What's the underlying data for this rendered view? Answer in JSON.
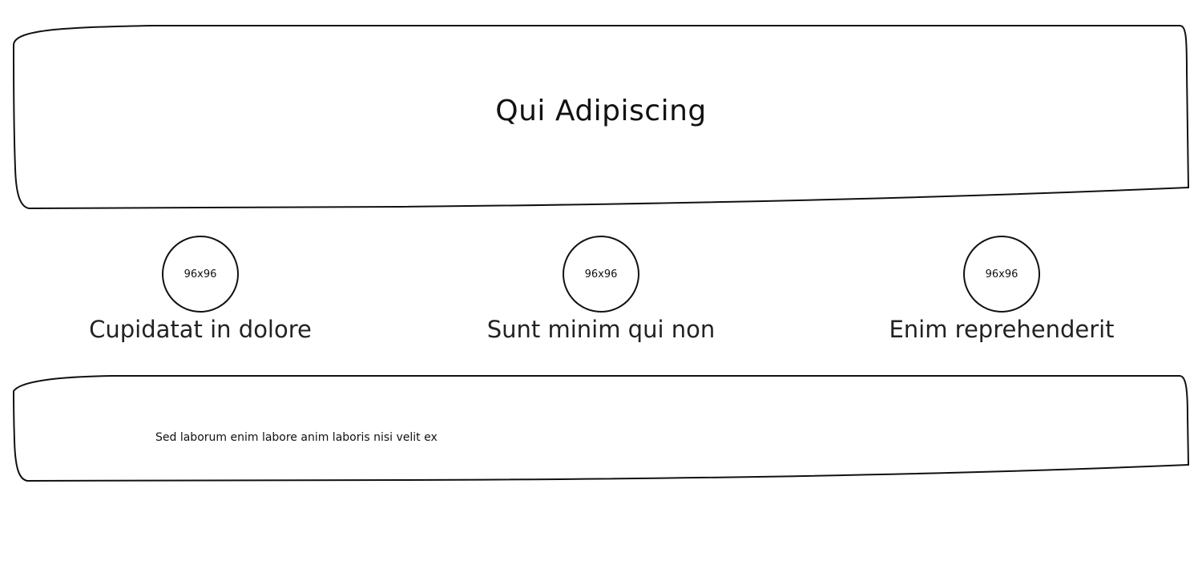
{
  "header": {
    "title": "Qui Adipiscing"
  },
  "features": [
    {
      "image_placeholder": "96x96",
      "label": "Cupidatat in dolore"
    },
    {
      "image_placeholder": "96x96",
      "label": "Sunt minim qui non"
    },
    {
      "image_placeholder": "96x96",
      "label": "Enim reprehenderit"
    }
  ],
  "footer": {
    "text": "Sed laborum enim labore anim laboris nisi velit ex"
  }
}
